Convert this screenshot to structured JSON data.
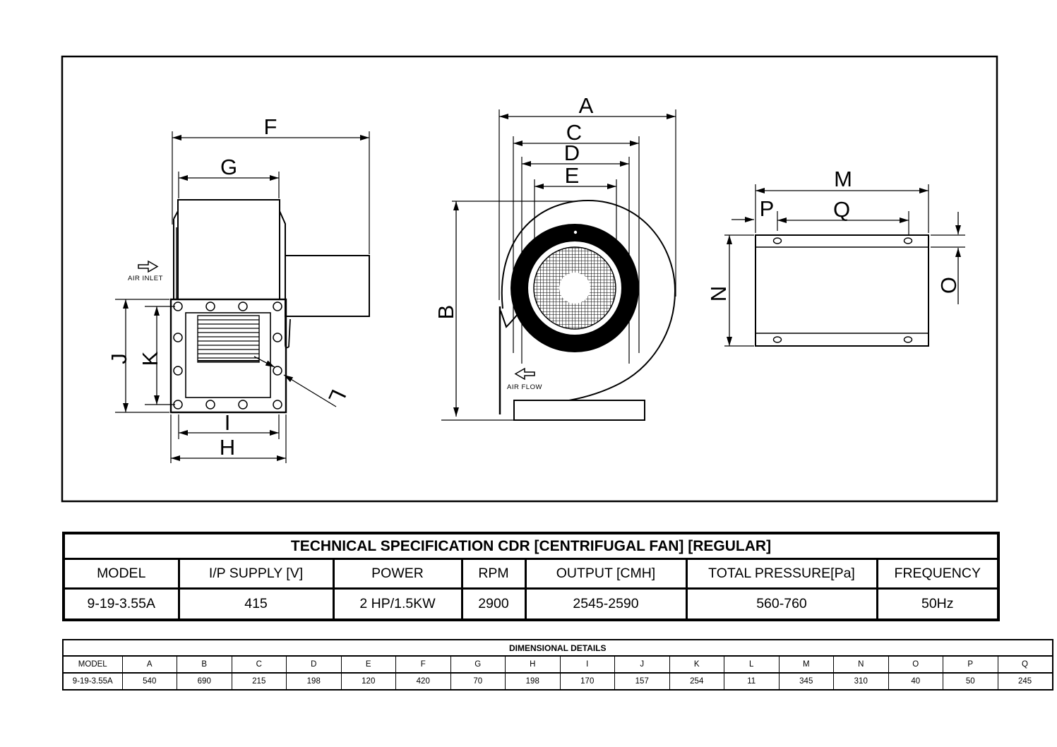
{
  "drawing": {
    "labels": {
      "F": "F",
      "G": "G",
      "J": "J",
      "K": "K",
      "I": "I",
      "H": "H",
      "L": "L",
      "A": "A",
      "B": "B",
      "C": "C",
      "D": "D",
      "E": "E",
      "M": "M",
      "N": "N",
      "O": "O",
      "P": "P",
      "Q": "Q"
    },
    "air_inlet": "AIR INLET",
    "air_flow": "AIR FLOW"
  },
  "spec_table": {
    "title": "TECHNICAL SPECIFICATION CDR [CENTRIFUGAL FAN] [REGULAR]",
    "headers": [
      "MODEL",
      "I/P SUPPLY [V]",
      "POWER",
      "RPM",
      "OUTPUT [CMH]",
      "TOTAL PRESSURE[Pa]",
      "FREQUENCY"
    ],
    "row": [
      "9-19-3.55A",
      "415",
      "2 HP/1.5KW",
      "2900",
      "2545-2590",
      "560-760",
      "50Hz"
    ]
  },
  "dim_table": {
    "title": "DIMENSIONAL DETAILS",
    "headers": [
      "MODEL",
      "A",
      "B",
      "C",
      "D",
      "E",
      "F",
      "G",
      "H",
      "I",
      "J",
      "K",
      "L",
      "M",
      "N",
      "O",
      "P",
      "Q"
    ],
    "row": [
      "9-19-3.55A",
      "540",
      "690",
      "215",
      "198",
      "120",
      "420",
      "70",
      "198",
      "170",
      "157",
      "254",
      "11",
      "345",
      "310",
      "40",
      "50",
      "245"
    ]
  }
}
